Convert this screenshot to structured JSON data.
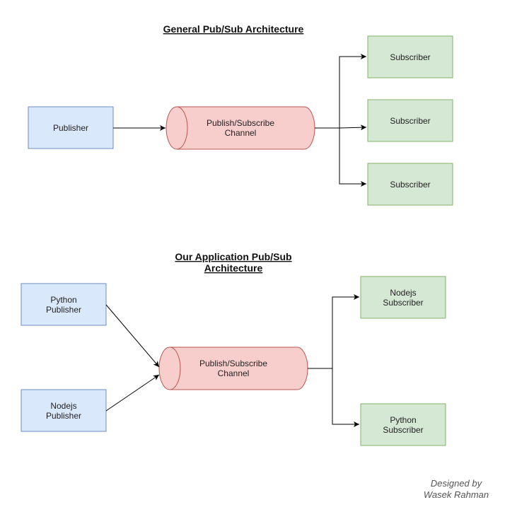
{
  "colors": {
    "publisher_fill": "#dae8fc",
    "publisher_stroke": "#6c8ebf",
    "channel_fill": "#f8cecc",
    "channel_stroke": "#b85450",
    "subscriber_fill": "#d5e8d4",
    "subscriber_stroke": "#82b366"
  },
  "general": {
    "title": "General Pub/Sub Architecture",
    "publisher": "Publisher",
    "channel": [
      "Publish/Subscribe",
      "Channel"
    ],
    "subscribers": [
      "Subscriber",
      "Subscriber",
      "Subscriber"
    ]
  },
  "application": {
    "title": [
      "Our Application Pub/Sub",
      "Architecture"
    ],
    "publishers": [
      [
        "Python",
        "Publisher"
      ],
      [
        "Nodejs",
        "Publisher"
      ]
    ],
    "channel": [
      "Publish/Subscribe",
      "Channel"
    ],
    "subscribers": [
      [
        "Nodejs",
        "Subscriber"
      ],
      [
        "Python",
        "Subscriber"
      ]
    ]
  },
  "credit": [
    "Designed by",
    "Wasek Rahman"
  ]
}
